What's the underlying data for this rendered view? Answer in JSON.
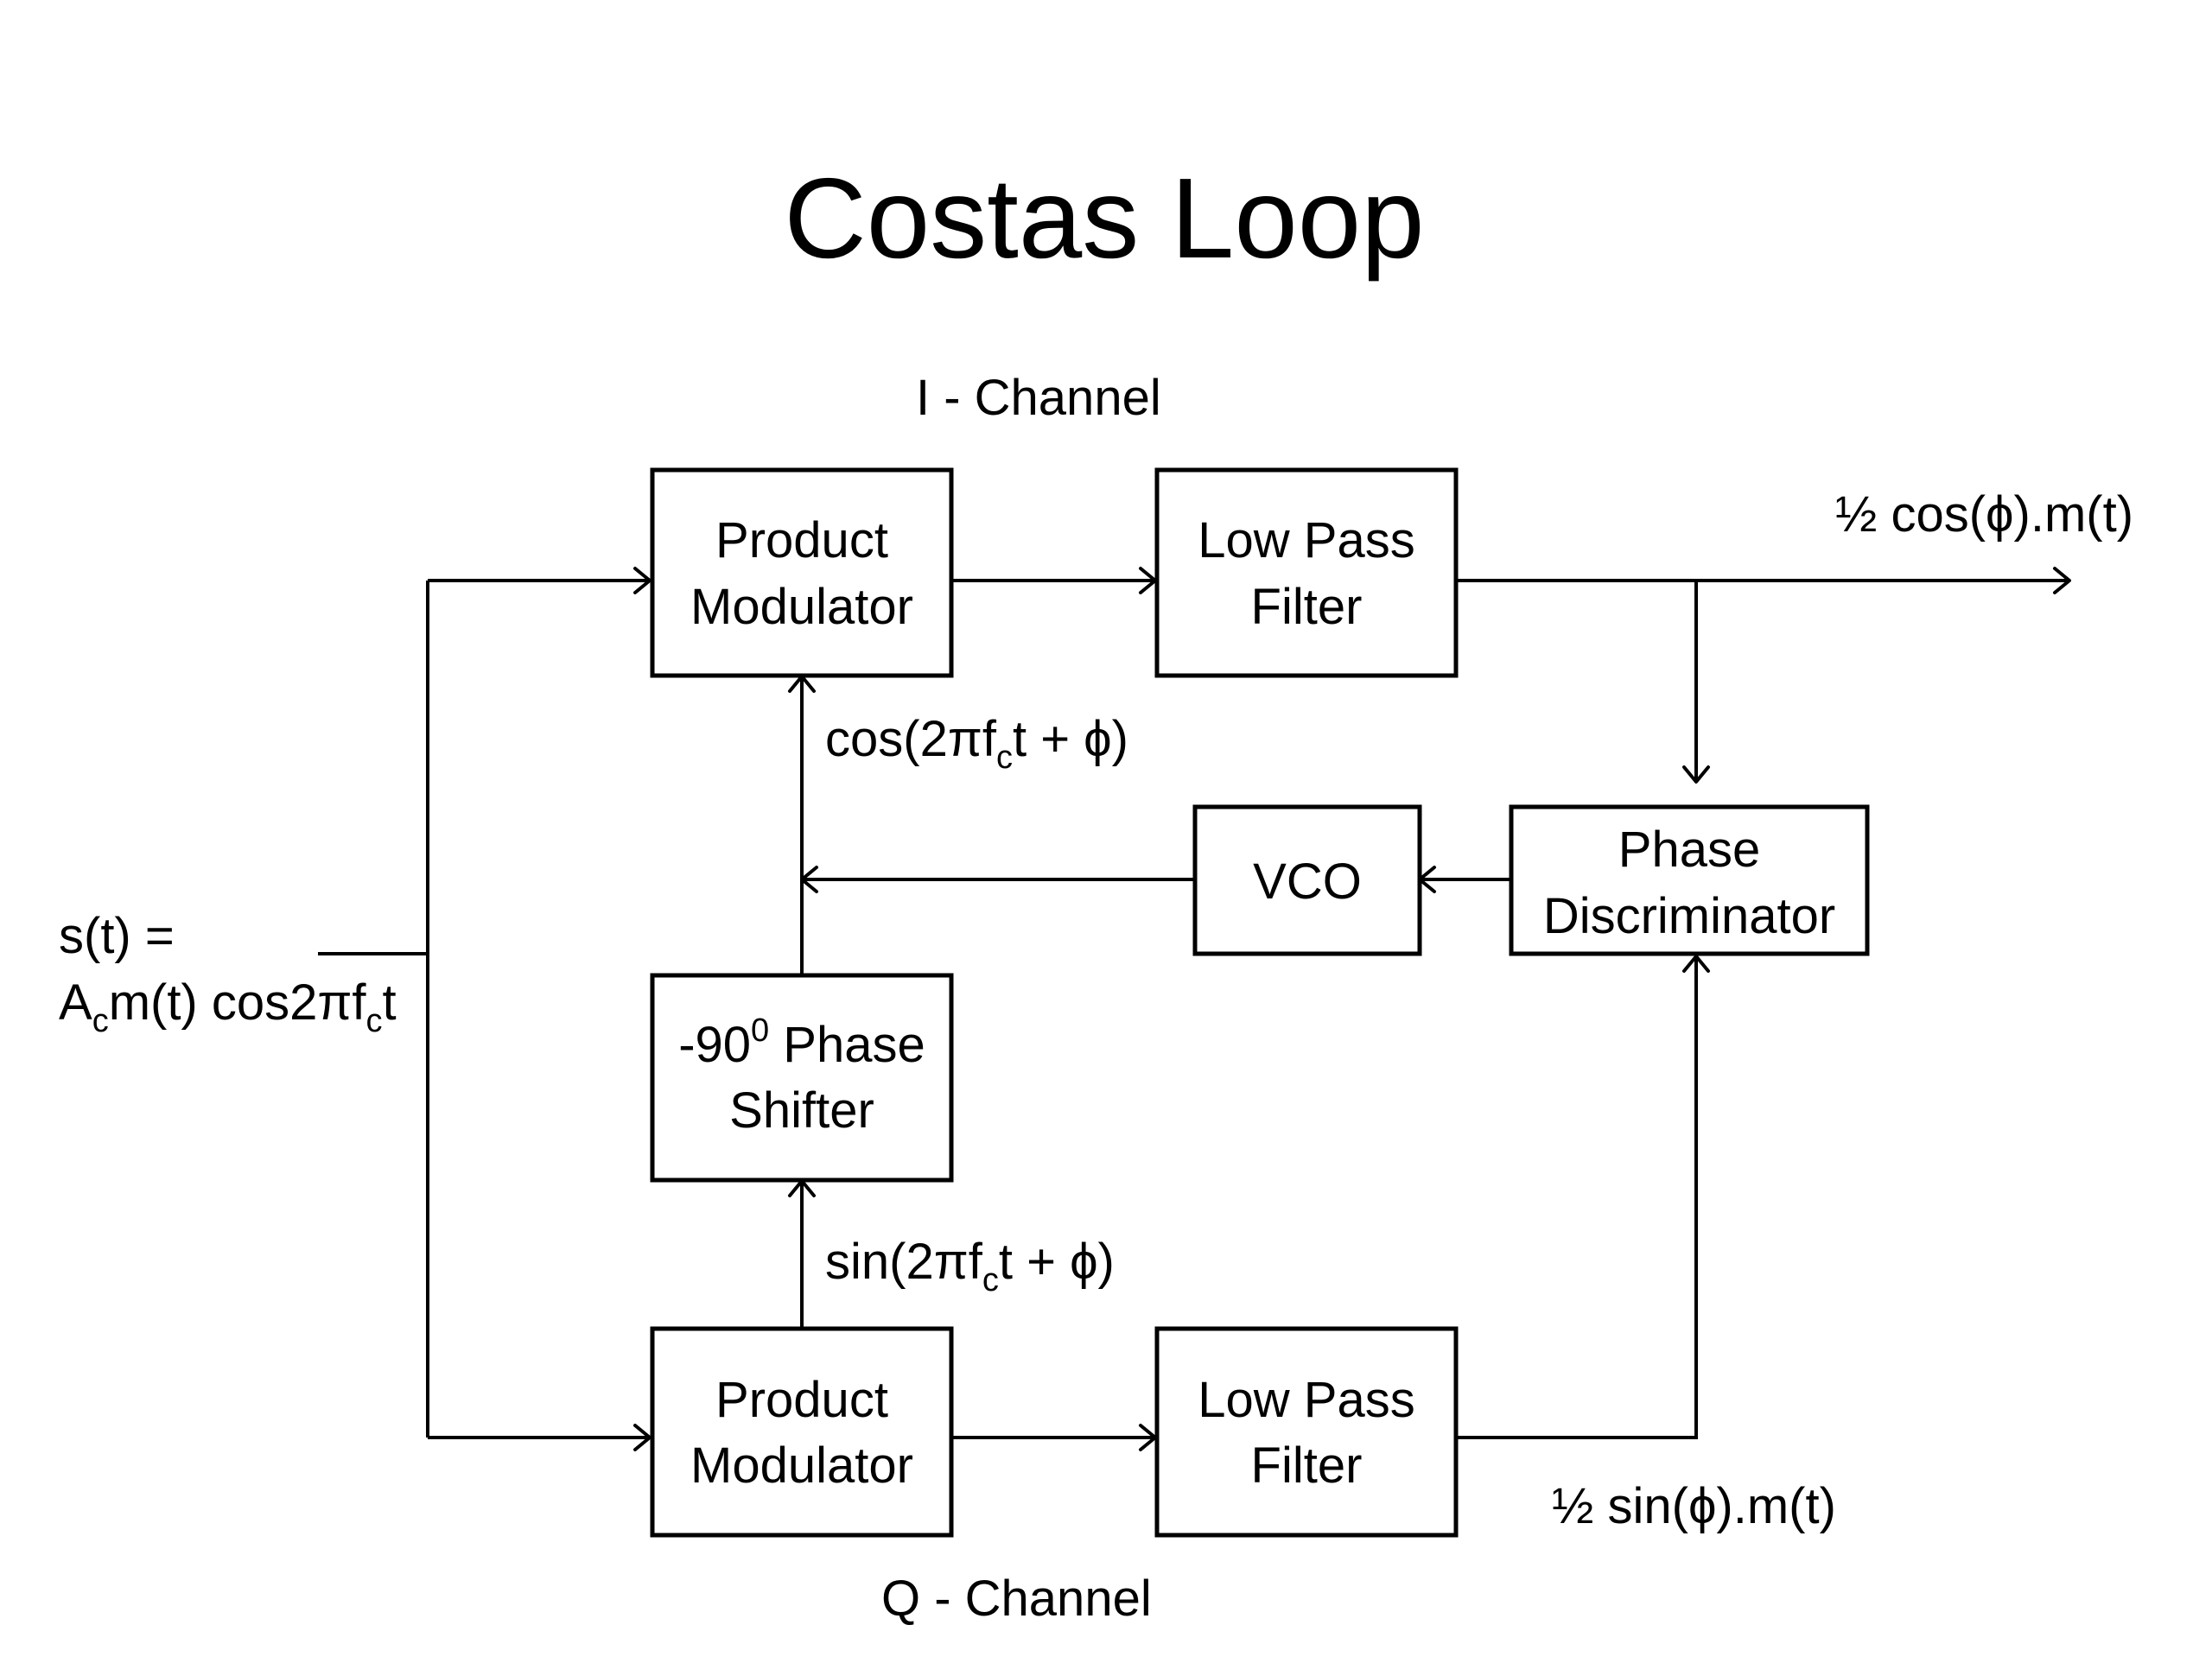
{
  "title": "Costas Loop",
  "channels": {
    "i_label": "I - Channel",
    "q_label": "Q - Channel"
  },
  "blocks": {
    "product_modulator_i": [
      "Product",
      "Modulator"
    ],
    "low_pass_filter_i": [
      "Low Pass",
      "Filter"
    ],
    "product_modulator_q": [
      "Product",
      "Modulator"
    ],
    "low_pass_filter_q": [
      "Low Pass",
      "Filter"
    ],
    "vco": "VCO",
    "phase_discriminator": [
      "Phase",
      "Discriminator"
    ],
    "phase_shifter": {
      "line1_prefix": "-90",
      "line1_sup": "0",
      "line1_suffix": " Phase",
      "line2": "Shifter"
    }
  },
  "signals": {
    "input": {
      "line1": "s(t)  =",
      "line2_a": "A",
      "line2_a_sub": "c",
      "line2_b": "m(t) cos2πf",
      "line2_b_sub": "c",
      "line2_c": "t"
    },
    "i_output": "½ cos(ϕ).m(t)",
    "q_output": "½ sin(ϕ).m(t)",
    "cos_ref": {
      "prefix": "cos(2πf",
      "sub": "c",
      "suffix": "t + ϕ)"
    },
    "sin_ref": {
      "prefix": "sin(2πf",
      "sub": "c",
      "suffix": "t + ϕ)"
    }
  }
}
